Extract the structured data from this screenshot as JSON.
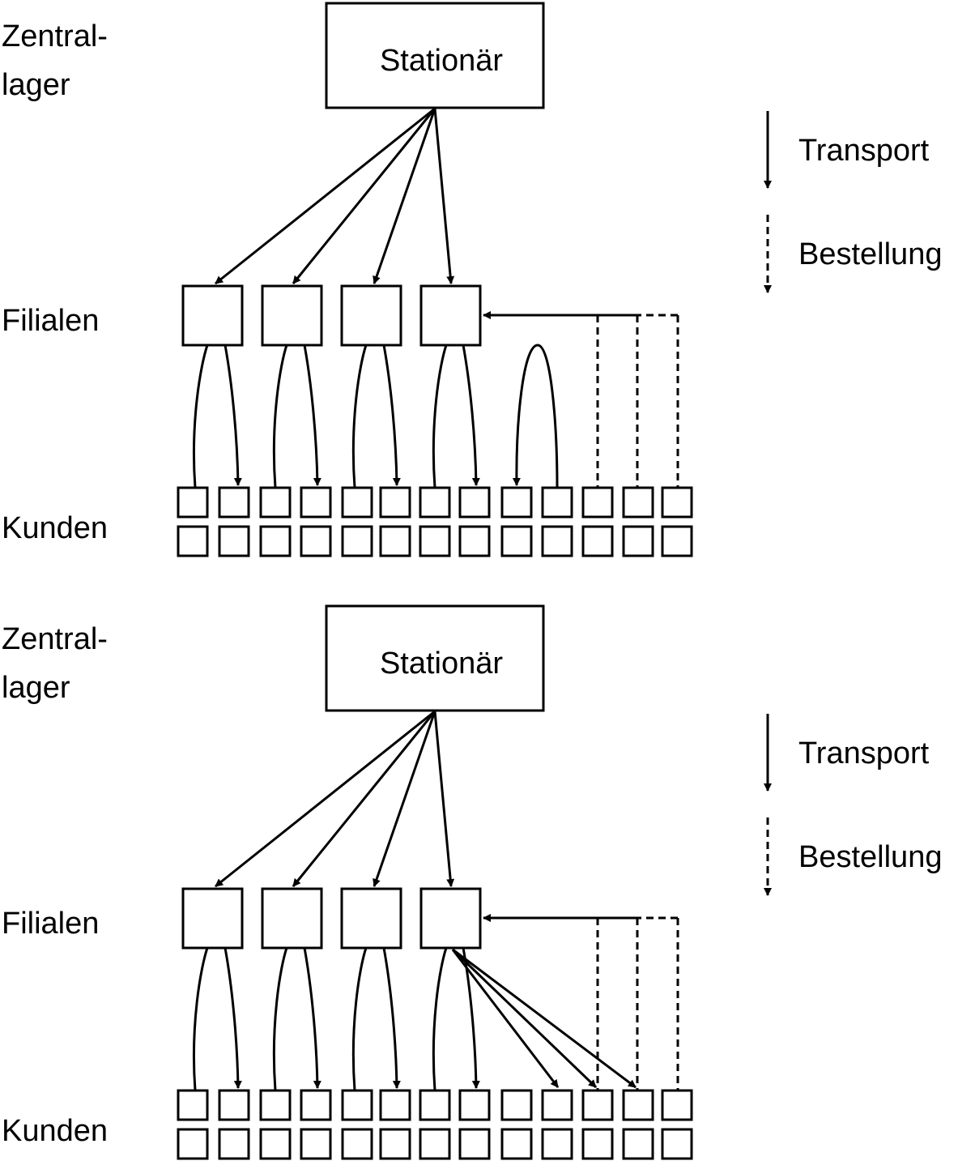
{
  "panels": [
    {
      "level_labels": {
        "zentral_line1": "Zentral-",
        "zentral_line2": "lager",
        "filialen": "Filialen",
        "kunden": "Kunden"
      },
      "central_box_label": "Stationär",
      "legend": {
        "transport": "Transport",
        "bestellung": "Bestellung"
      }
    },
    {
      "level_labels": {
        "zentral_line1": "Zentral-",
        "zentral_line2": "lager",
        "filialen": "Filialen",
        "kunden": "Kunden"
      },
      "central_box_label": "Stationär",
      "legend": {
        "transport": "Transport",
        "bestellung": "Bestellung"
      }
    }
  ],
  "colors": {
    "stroke": "#000000",
    "background": "#ffffff"
  }
}
